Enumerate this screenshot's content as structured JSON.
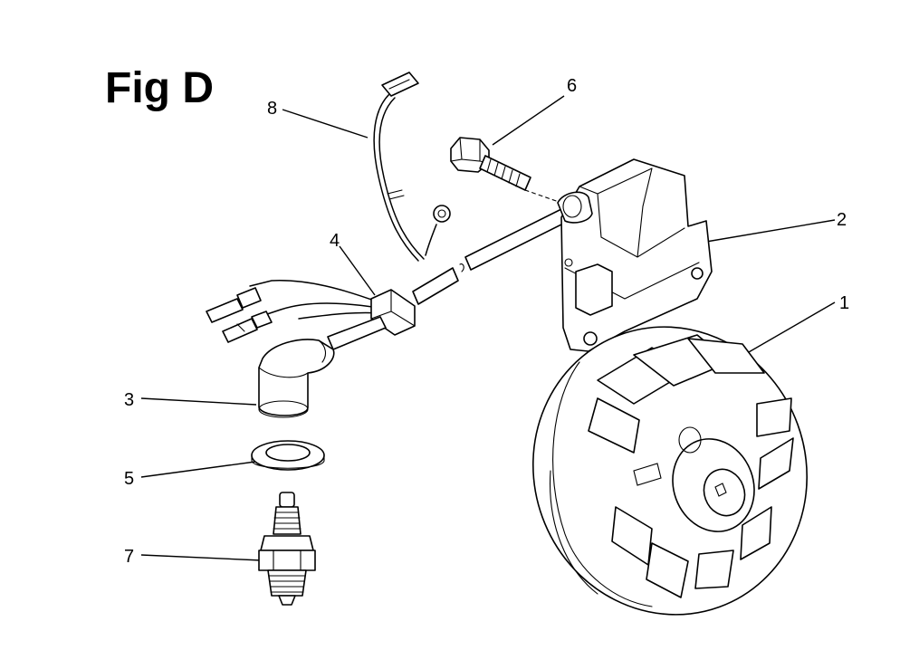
{
  "figure": {
    "title": "Fig D",
    "callouts": [
      {
        "id": "1",
        "part": "flywheel"
      },
      {
        "id": "2",
        "part": "ignition-coil"
      },
      {
        "id": "3",
        "part": "plug-cap"
      },
      {
        "id": "4",
        "part": "wire-clamp"
      },
      {
        "id": "5",
        "part": "plug-seal-washer"
      },
      {
        "id": "6",
        "part": "bolt"
      },
      {
        "id": "7",
        "part": "spark-plug"
      },
      {
        "id": "8",
        "part": "wiring-harness"
      }
    ]
  }
}
